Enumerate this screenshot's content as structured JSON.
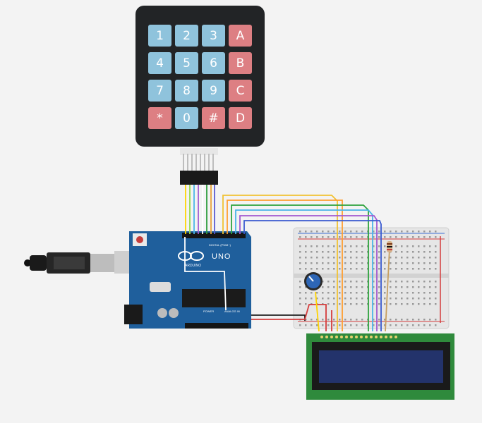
{
  "keypad": {
    "keys": [
      {
        "label": "1",
        "kind": "num"
      },
      {
        "label": "2",
        "kind": "num"
      },
      {
        "label": "3",
        "kind": "num"
      },
      {
        "label": "A",
        "kind": "letter"
      },
      {
        "label": "4",
        "kind": "num"
      },
      {
        "label": "5",
        "kind": "num"
      },
      {
        "label": "6",
        "kind": "num"
      },
      {
        "label": "B",
        "kind": "letter"
      },
      {
        "label": "7",
        "kind": "num"
      },
      {
        "label": "8",
        "kind": "num"
      },
      {
        "label": "9",
        "kind": "num"
      },
      {
        "label": "C",
        "kind": "letter"
      },
      {
        "label": "*",
        "kind": "letter"
      },
      {
        "label": "0",
        "kind": "num"
      },
      {
        "label": "#",
        "kind": "letter"
      },
      {
        "label": "D",
        "kind": "letter"
      }
    ]
  },
  "arduino": {
    "model": "UNO",
    "brand": "ARDUINO",
    "digital_label": "DIGITAL (PWM~)",
    "power_label": "POWER",
    "analog_label": "ANALOG IN"
  },
  "colors": {
    "key_num": "#8fc3dc",
    "key_letter": "#dd7f83",
    "keypad_body": "#222426",
    "board": "#1f5f9c",
    "lcd_board": "#2f8a3c",
    "lcd_screen": "#23336b",
    "breadboard": "#e4e4e4"
  },
  "icons": {
    "usb": "usb-cable-icon",
    "potentiometer": "potentiometer-icon",
    "resistor": "resistor-icon",
    "arduino_logo": "infinity-logo-icon"
  }
}
